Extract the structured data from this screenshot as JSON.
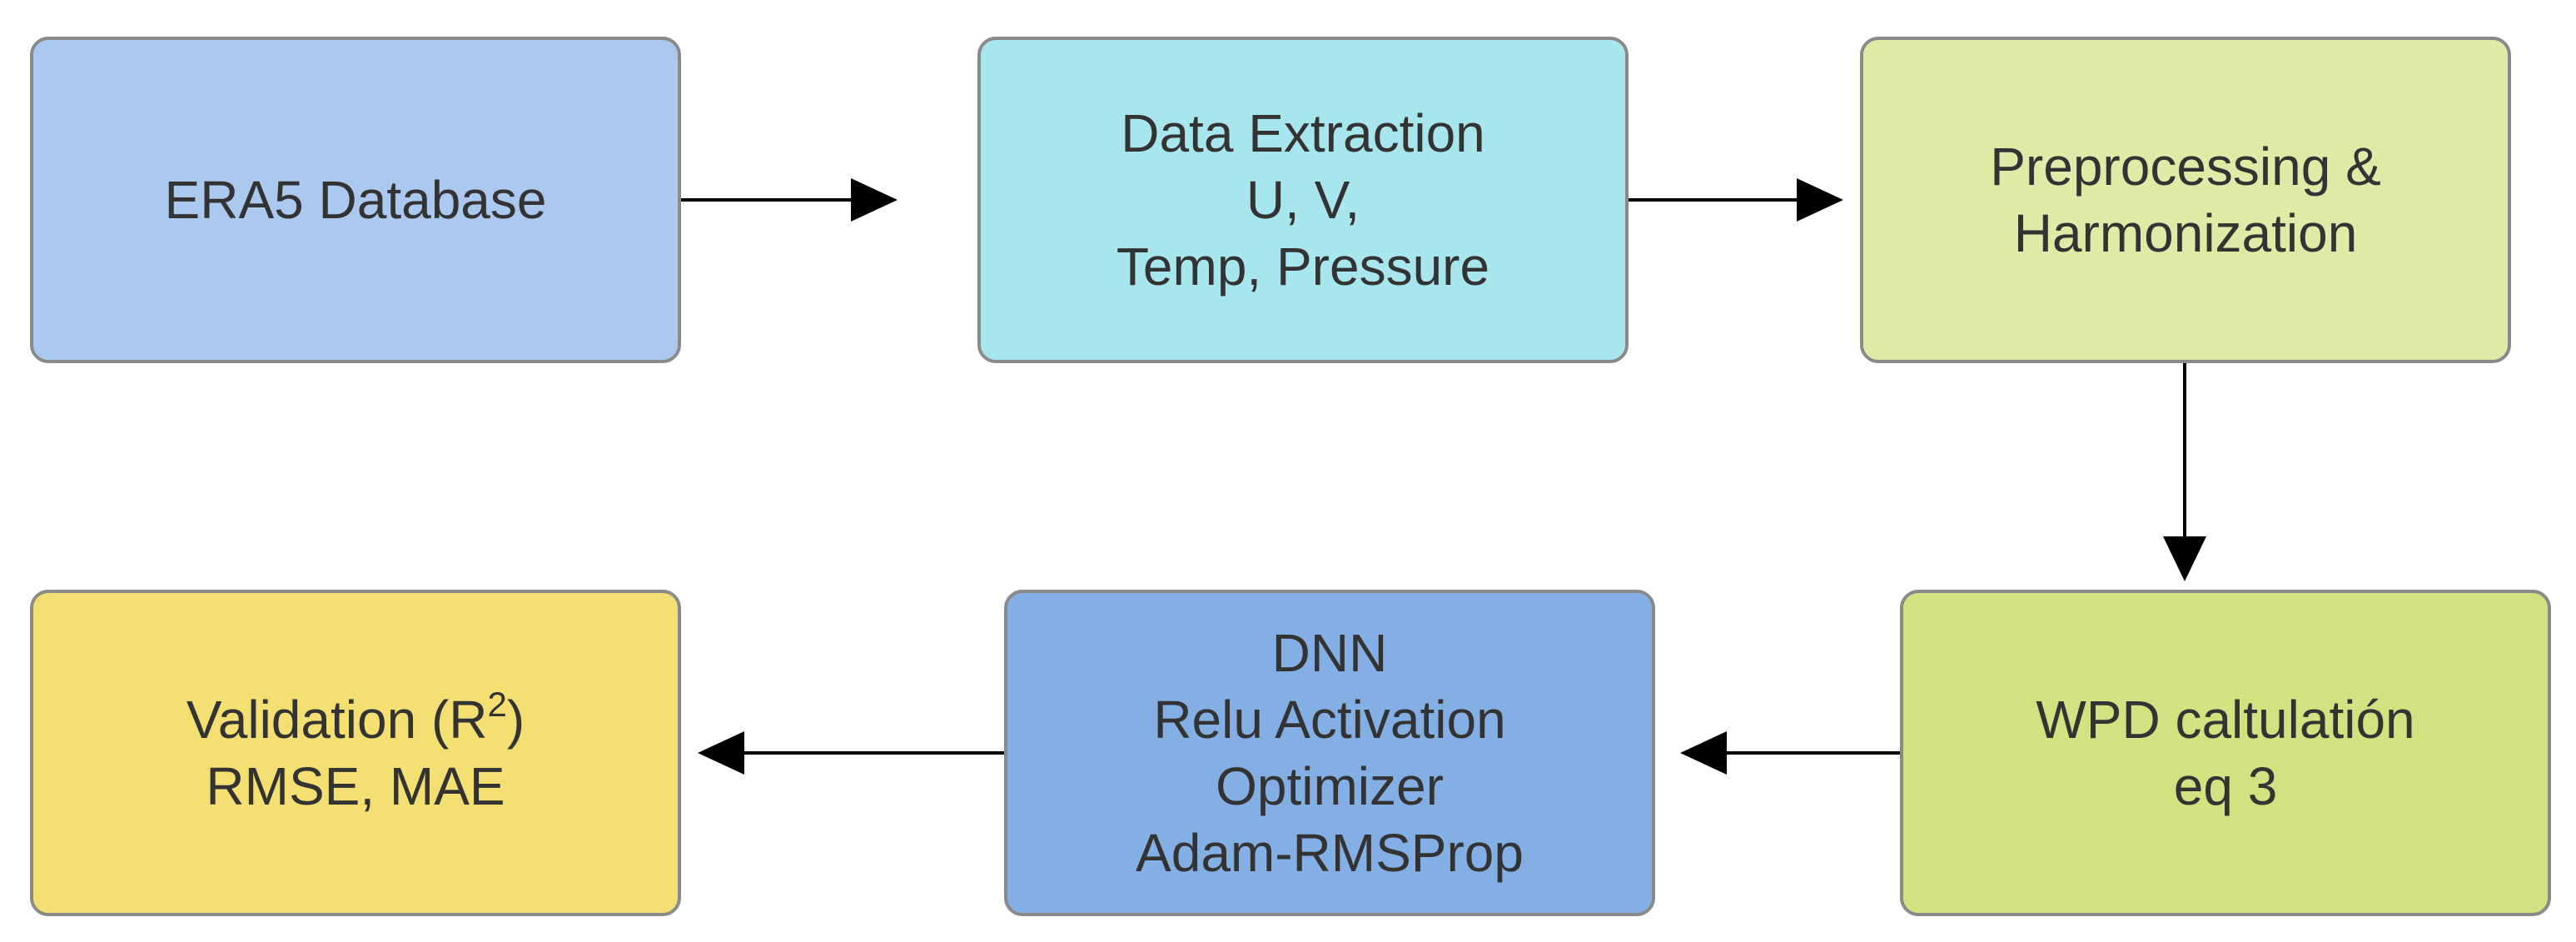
{
  "colors": {
    "era5": "#abc8ee",
    "extraction": "#a8e6ee",
    "preprocessing": "#deeba6",
    "wpd": "#d1e380",
    "dnn": "#84afe4",
    "validation": "#f4df72",
    "border": "#8a8a8a",
    "text": "#333333",
    "arrow": "#000000"
  },
  "nodes": {
    "era5": {
      "lines": [
        "ERA5 Database"
      ]
    },
    "extraction": {
      "lines": [
        "Data Extraction",
        "U, V,",
        "Temp, Pressure"
      ]
    },
    "preprocessing": {
      "lines": [
        "Preprocessing &",
        "Harmonization"
      ]
    },
    "wpd": {
      "lines": [
        "WPD caltulatión",
        "eq 3"
      ]
    },
    "dnn": {
      "lines": [
        "DNN",
        "Relu Activation",
        "Optimizer",
        "Adam-RMSProp"
      ]
    },
    "validation": {
      "line1_prefix": "Validation (R",
      "line1_sup": "2",
      "line1_suffix": ")",
      "line2": "RMSE, MAE"
    }
  },
  "edges": [
    {
      "from": "era5",
      "to": "extraction"
    },
    {
      "from": "extraction",
      "to": "preprocessing"
    },
    {
      "from": "preprocessing",
      "to": "wpd"
    },
    {
      "from": "wpd",
      "to": "dnn"
    },
    {
      "from": "dnn",
      "to": "validation"
    }
  ]
}
